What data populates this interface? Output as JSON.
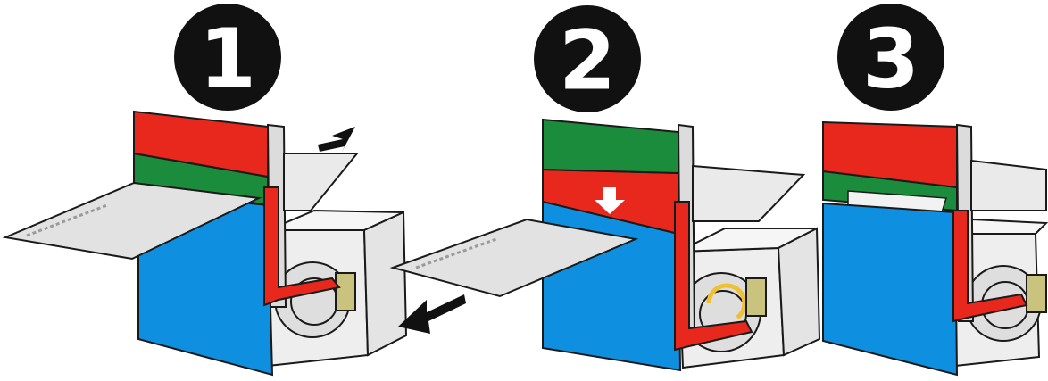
{
  "steps": [
    {
      "number": "1"
    },
    {
      "number": "2"
    },
    {
      "number": "3"
    }
  ],
  "colors": {
    "red": "#e8281d",
    "green": "#1a8c3c",
    "blue": "#0f8fe0",
    "housing": "#eeeeee",
    "card": "#e2e2e2",
    "sensor": "#c9c37e",
    "outline": "#1a1a1a",
    "rotation_arrow": "#f0c030"
  },
  "icons": [
    "step-badge-icon",
    "insert-arrow-icon",
    "push-down-arrow-icon",
    "eject-arrow-icon",
    "rotation-arrow-icon"
  ]
}
